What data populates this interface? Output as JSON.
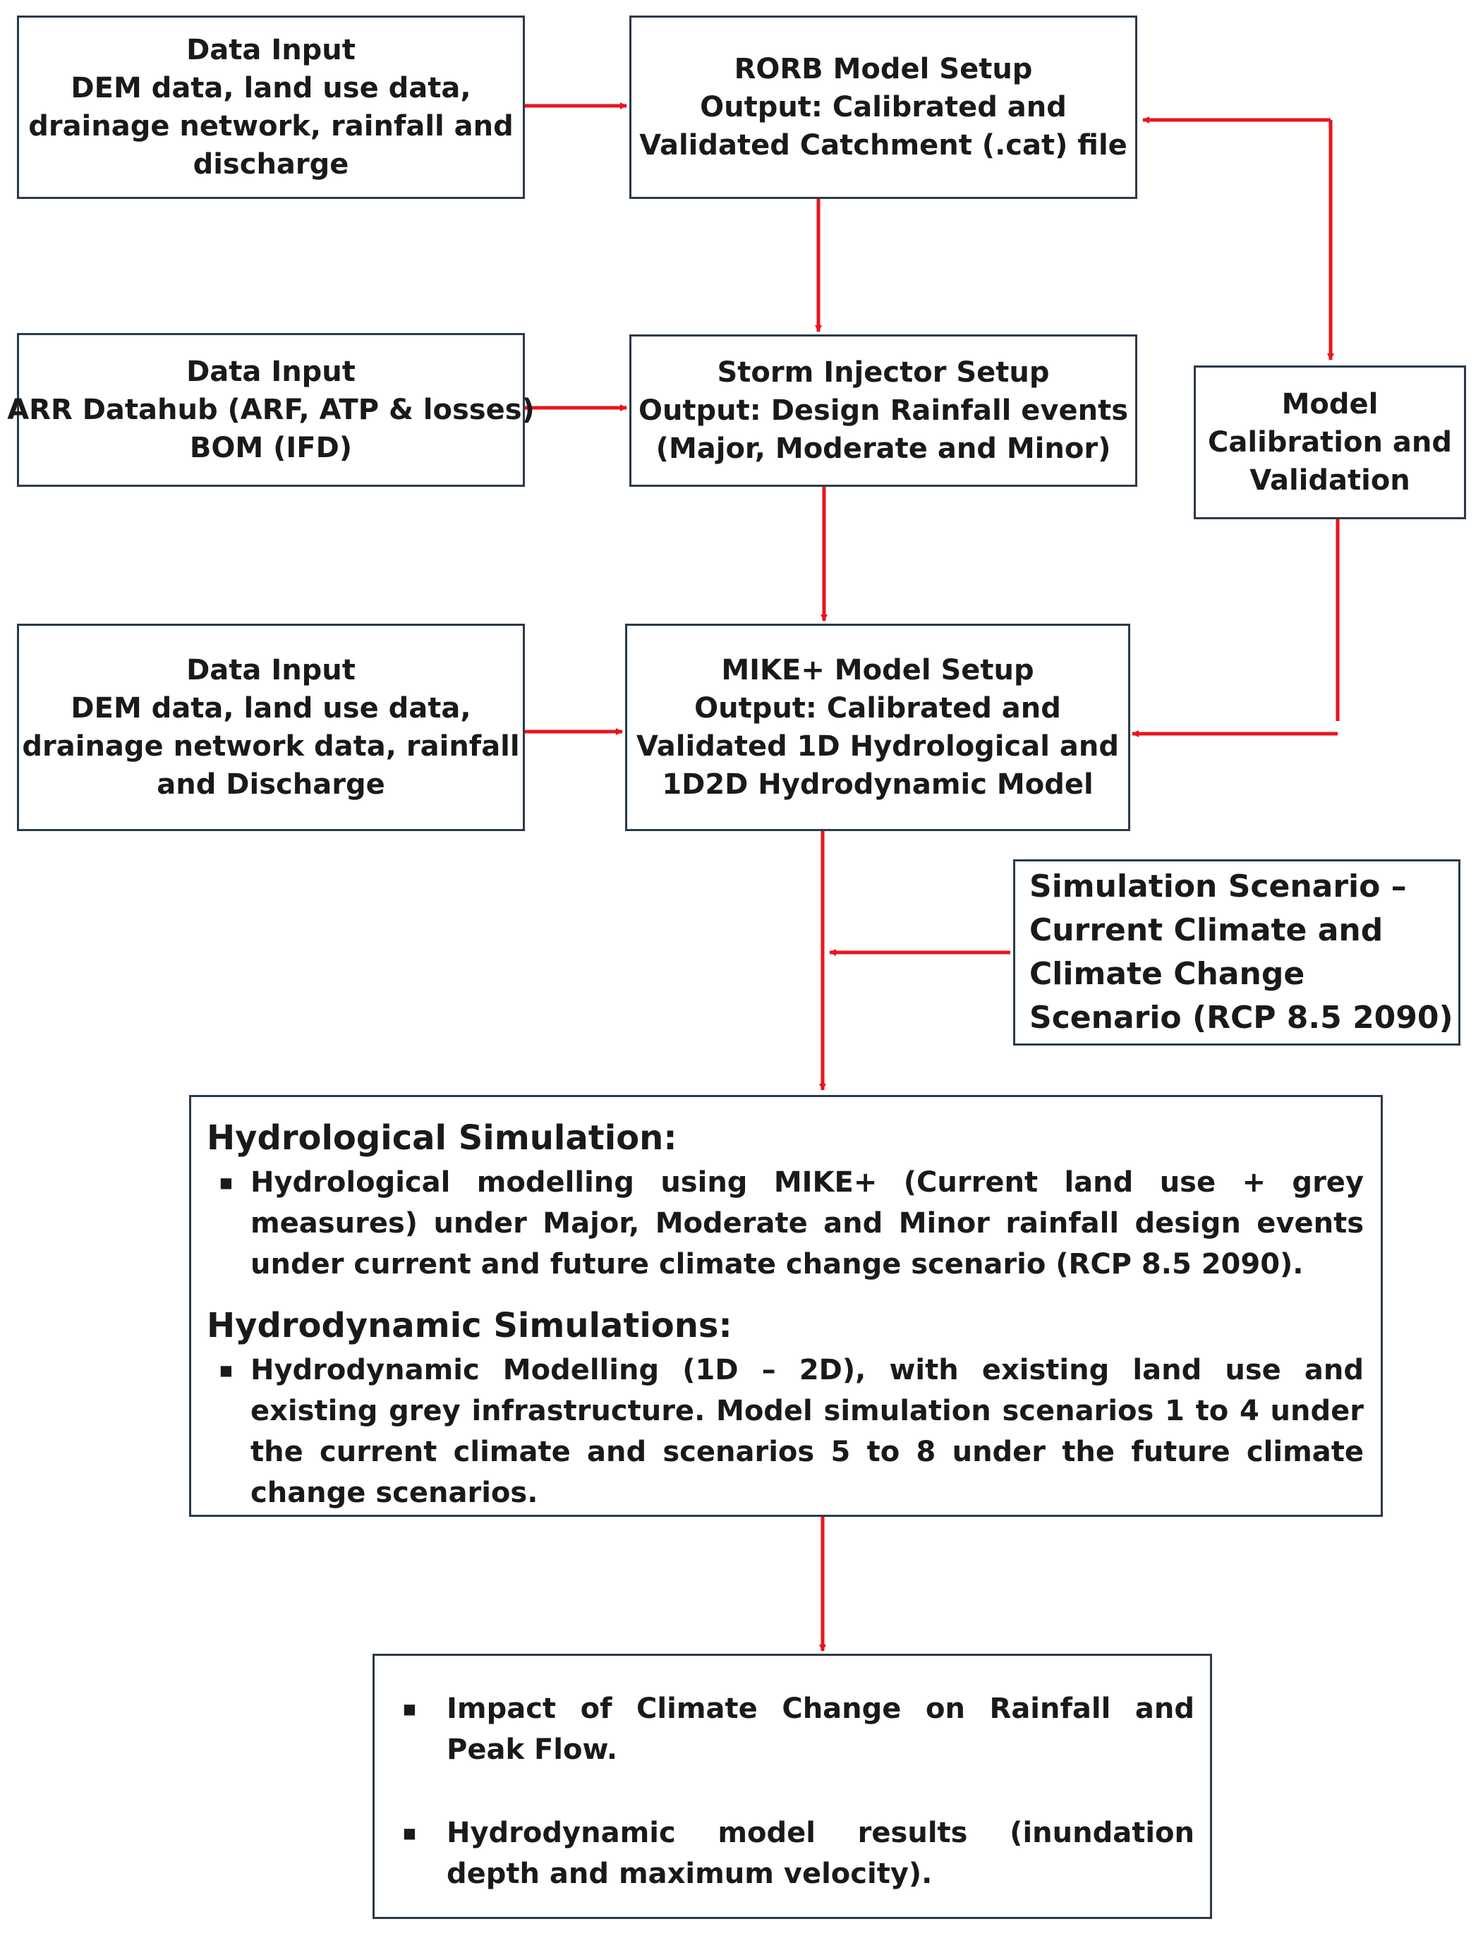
{
  "boxes": {
    "data_input_1": {
      "lines": [
        "Data Input",
        "DEM data, land use data,",
        "drainage network, rainfall and",
        "discharge"
      ]
    },
    "rorb": {
      "lines": [
        "RORB Model Setup",
        "Output: Calibrated and",
        "Validated Catchment (.cat) file"
      ]
    },
    "data_input_2": {
      "lines": [
        "Data Input",
        "ARR Datahub (ARF, ATP & losses)",
        "BOM (IFD)"
      ]
    },
    "storm": {
      "lines": [
        "Storm Injector Setup",
        "Output: Design Rainfall events",
        "(Major, Moderate and Minor)"
      ]
    },
    "calibration": {
      "lines": [
        "Model",
        "Calibration and",
        "Validation"
      ]
    },
    "data_input_3": {
      "lines": [
        "Data Input",
        "DEM data, land use data,",
        "drainage network data, rainfall",
        "and Discharge"
      ]
    },
    "mike": {
      "lines": [
        "MIKE+ Model Setup",
        "Output: Calibrated and",
        "Validated 1D Hydrological and",
        "1D2D Hydrodynamic Model"
      ]
    },
    "scenario": {
      "lines": [
        "Simulation Scenario –",
        "Current Climate and",
        "Climate Change",
        "Scenario (RCP 8.5 2090)"
      ]
    },
    "simulation": {
      "heading1": "Hydrological Simulation:",
      "bullet1": "Hydrological modelling using MIKE+ (Current land use + grey measures) under Major, Moderate and Minor rainfall design events under current and future climate change scenario (RCP 8.5 2090).",
      "heading2": "Hydrodynamic Simulations:",
      "bullet2": " Hydrodynamic Modelling (1D – 2D), with existing land use and existing grey infrastructure. Model simulation scenarios 1 to 4 under the current climate and scenarios 5 to 8 under the future climate change scenarios."
    },
    "results": {
      "bullet1": "Impact of Climate Change on Rainfall and Peak Flow.",
      "bullet2": "Hydrodynamic model results (inundation depth and maximum velocity)."
    }
  },
  "bullet_symbol": "■",
  "colors": {
    "arrow": "#e8151b",
    "border": "#2b3a4a",
    "text": "#1a1a1a"
  }
}
